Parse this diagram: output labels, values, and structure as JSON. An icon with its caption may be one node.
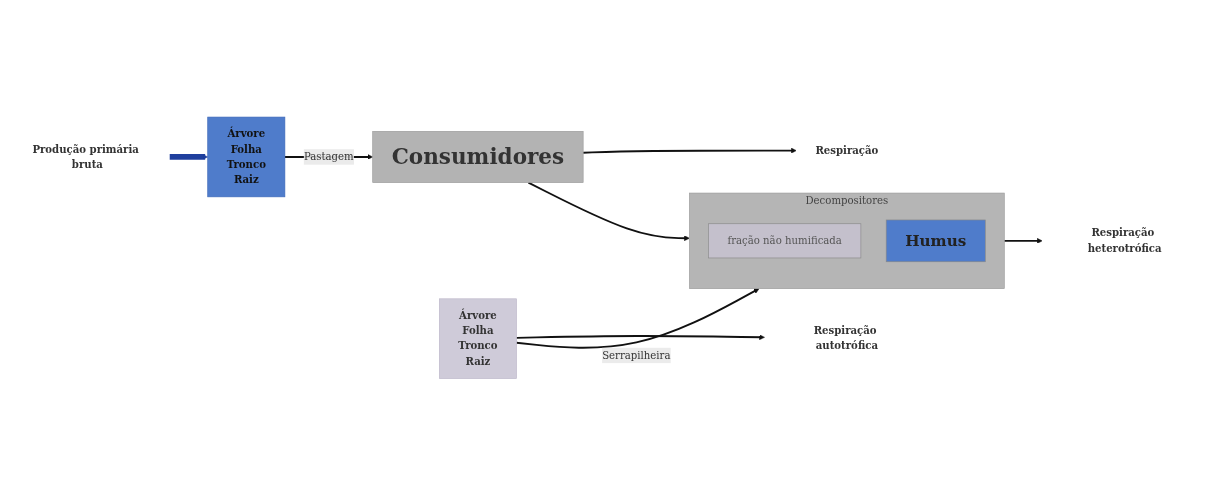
{
  "diagram": {
    "nodes": [
      {
        "text": [
          "Consumidores"
        ]
      },
      {
        "text": [
          "Respiração"
        ]
      },
      {
        "text": [
          "Produção primária bruta"
        ]
      },
      {
        "text": [
          "Árvore",
          "Folha",
          "Tronco",
          "Raiz"
        ]
      },
      {
        "text": [
          "Árvore",
          "Folha",
          "Tronco",
          "Raiz"
        ]
      },
      {
        "text": [
          "Respiração autotrófica"
        ]
      },
      {
        "text": [
          "Decompositores"
        ]
      },
      {
        "text": [
          "fração não humificada"
        ],
        "in": 6
      },
      {
        "text": [
          "Humus"
        ],
        "in": 6
      },
      {
        "text": [
          "Respiração heterotrófica"
        ]
      }
    ],
    "edges": [
      {
        "from": 0,
        "to": 1,
        "arrow": "to"
      },
      {
        "from": 2,
        "to": 3,
        "arrow": "to",
        "style": "thick",
        "color": "#1f3f9e"
      },
      {
        "from": 4,
        "to": 5,
        "arrow": "to"
      },
      {
        "from": 3,
        "to": 0,
        "label": "Pastagem",
        "arrow": "to"
      },
      {
        "from": 4,
        "to": 6,
        "label": "Serrapilheira",
        "arrow": "to"
      },
      {
        "from": 6,
        "to": 9,
        "arrow": "to"
      },
      {
        "from": 0,
        "to": 6,
        "arrow": "to"
      }
    ]
  }
}
